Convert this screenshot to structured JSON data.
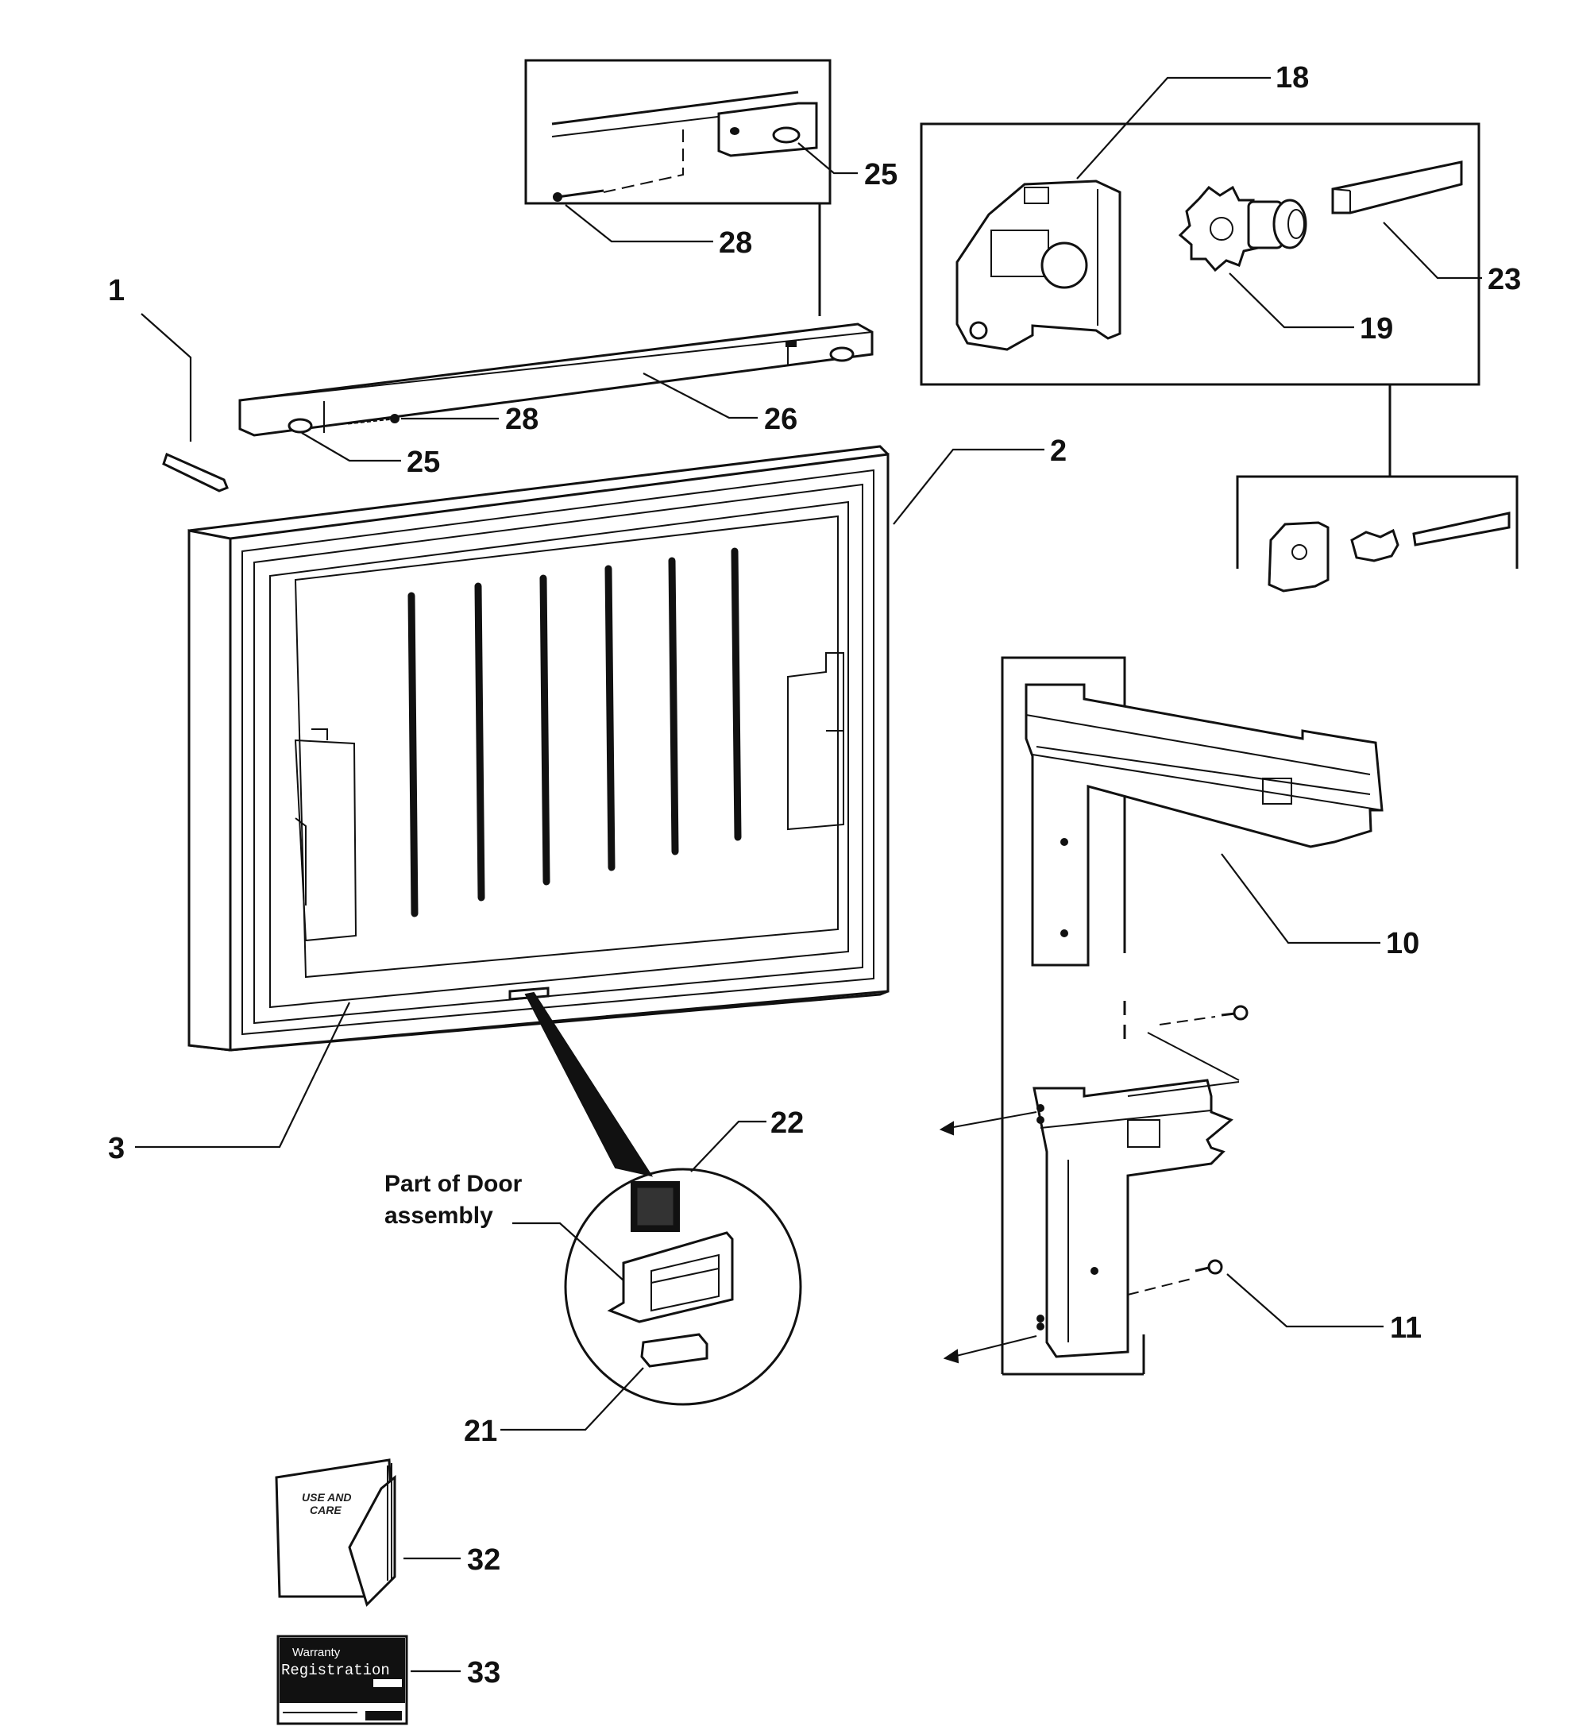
{
  "callouts": [
    {
      "id": "c1",
      "number": "1"
    },
    {
      "id": "c2",
      "number": "2"
    },
    {
      "id": "c3",
      "number": "3"
    },
    {
      "id": "c10",
      "number": "10"
    },
    {
      "id": "c11",
      "number": "11"
    },
    {
      "id": "c18",
      "number": "18"
    },
    {
      "id": "c19",
      "number": "19"
    },
    {
      "id": "c21",
      "number": "21"
    },
    {
      "id": "c22",
      "number": "22"
    },
    {
      "id": "c23",
      "number": "23"
    },
    {
      "id": "c25a",
      "number": "25"
    },
    {
      "id": "c25b",
      "number": "25"
    },
    {
      "id": "c26",
      "number": "26"
    },
    {
      "id": "c28a",
      "number": "28"
    },
    {
      "id": "c28b",
      "number": "28"
    },
    {
      "id": "c32",
      "number": "32"
    },
    {
      "id": "c33",
      "number": "33"
    }
  ],
  "note": {
    "line1": "Part of Door",
    "line2": "assembly"
  },
  "manual": {
    "line1": "USE AND",
    "line2": "CARE"
  },
  "warranty": {
    "line1": "Warranty",
    "line2": "Registration"
  }
}
